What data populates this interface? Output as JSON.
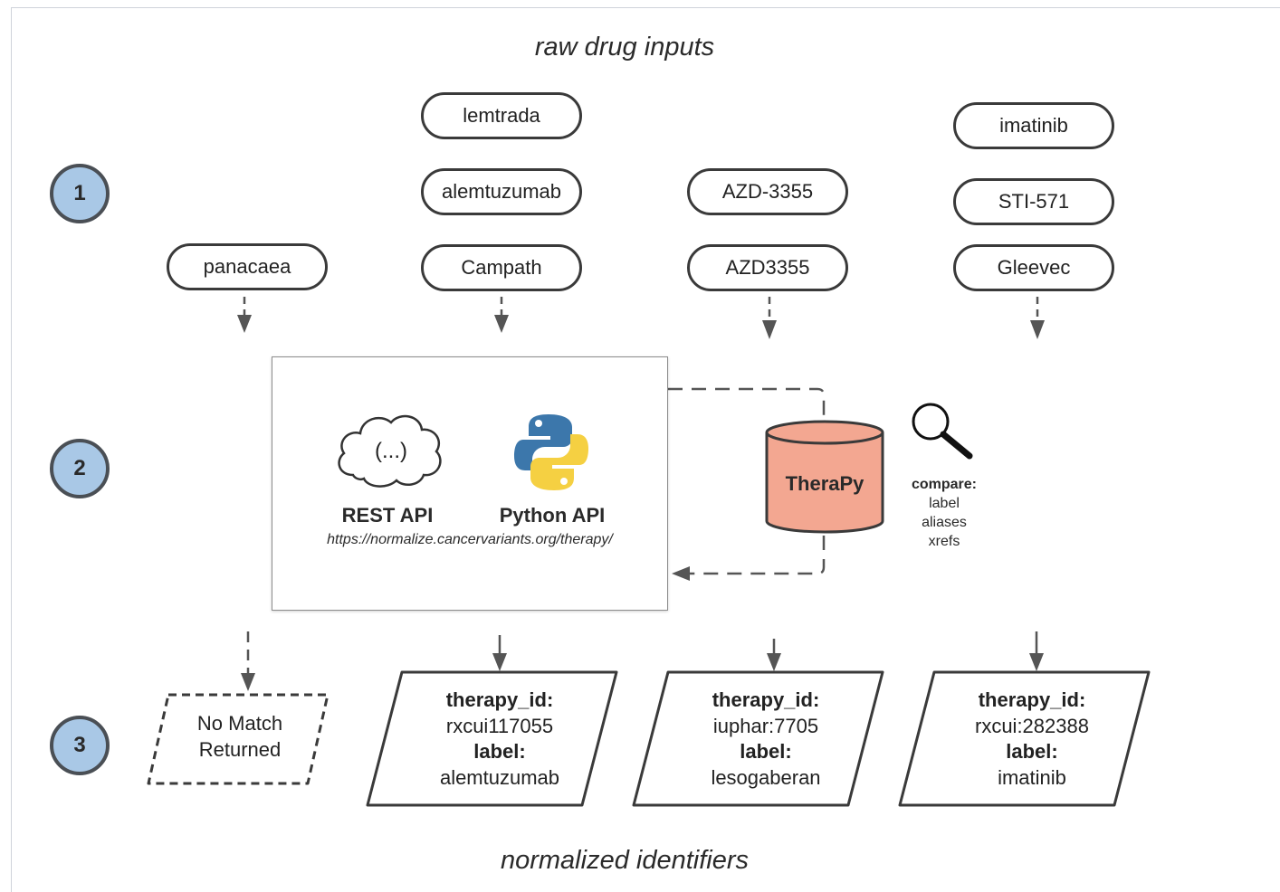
{
  "titles": {
    "top": "raw drug inputs",
    "bottom": "normalized identifiers"
  },
  "steps": [
    "1",
    "2",
    "3"
  ],
  "inputs": {
    "col1": [
      "panacaea"
    ],
    "col2": [
      "lemtrada",
      "alemtuzumab",
      "Campath"
    ],
    "col3": [
      "AZD-3355",
      "AZD3355"
    ],
    "col4": [
      "imatinib",
      "STI-571",
      "Gleevec"
    ]
  },
  "api": {
    "cloud_text": "(...)",
    "rest_label": "REST API",
    "python_label": "Python API",
    "url": "https://normalize.cancervariants.org/therapy/"
  },
  "database": {
    "label": "TheraPy",
    "color": "#f3a791"
  },
  "compare": {
    "header": "compare:",
    "fields": [
      "label",
      "aliases",
      "xrefs"
    ]
  },
  "outputs": {
    "no_match": [
      "No Match",
      "Returned"
    ],
    "id_key": "therapy_id:",
    "label_key": "label:",
    "results": [
      {
        "therapy_id": "rxcui117055",
        "label": "alemtuzumab"
      },
      {
        "therapy_id": "iuphar:7705",
        "label": "lesogaberan"
      },
      {
        "therapy_id": "rxcui:282388",
        "label": "imatinib"
      }
    ]
  },
  "colors": {
    "step_fill": "#a9c8e6",
    "python_blue": "#3c77ab",
    "python_yellow": "#f5d042"
  },
  "icons": [
    "cloud-icon",
    "python-logo-icon",
    "database-icon",
    "magnifier-icon"
  ]
}
